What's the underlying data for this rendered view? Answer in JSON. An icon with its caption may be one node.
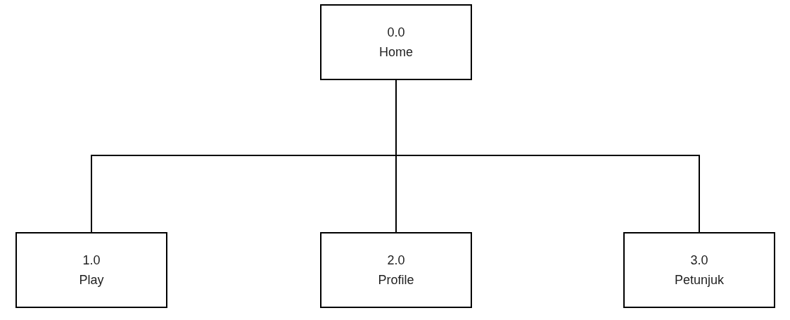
{
  "diagram": {
    "nodes": [
      {
        "text": [
          "0.0",
          "Home"
        ]
      },
      {
        "text": [
          "1.0",
          "Play"
        ]
      },
      {
        "text": [
          "2.0",
          "Profile"
        ]
      },
      {
        "text": [
          "3.0",
          "Petunjuk"
        ]
      }
    ],
    "edges": [
      {
        "from": 0,
        "to": 1,
        "arrow": "none"
      },
      {
        "from": 0,
        "to": 2,
        "arrow": "none"
      },
      {
        "from": 0,
        "to": 3,
        "arrow": "none"
      }
    ]
  }
}
